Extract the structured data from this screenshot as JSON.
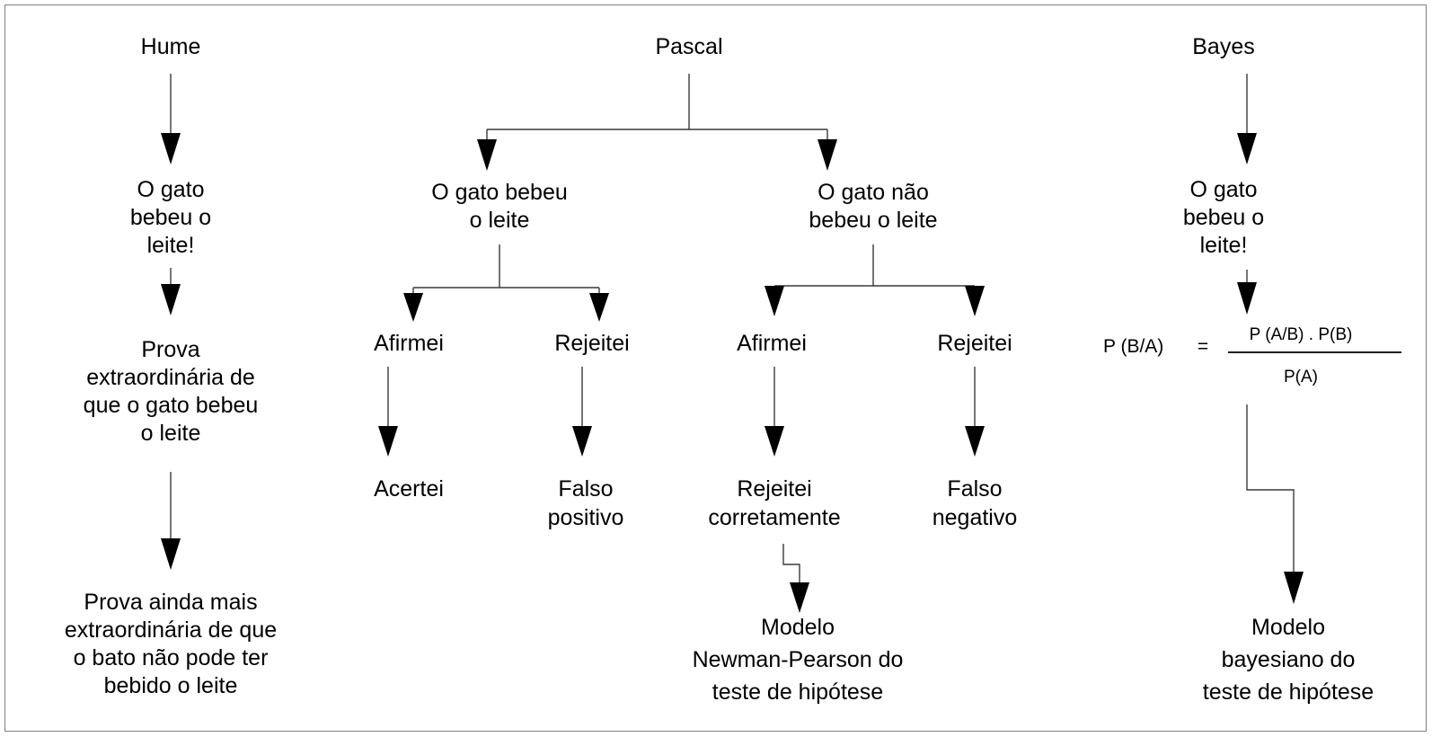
{
  "diagram": {
    "title": "Hume / Pascal / Bayes - teste de hipotese",
    "background_color": "#ffffff",
    "border_color": "#808080",
    "line_color": "#000000",
    "text_color": "#000000",
    "columns": [
      {
        "name": "hume",
        "heading": "Hume",
        "nodes": [
          {
            "id": "hume-root",
            "lines": [
              "Hume"
            ]
          },
          {
            "id": "hume-claim",
            "lines": [
              "O gato",
              "bebeu o",
              "leite!"
            ]
          },
          {
            "id": "hume-proof",
            "lines": [
              "Prova",
              "extraordinária de",
              "que o gato bebeu",
              "o leite"
            ]
          },
          {
            "id": "hume-proof2",
            "lines": [
              "Prova ainda mais",
              "extraordinária de que",
              "o bato não pode ter",
              "bebido o leite"
            ]
          }
        ]
      },
      {
        "name": "pascal",
        "heading": "Pascal",
        "nodes": [
          {
            "id": "pascal-root",
            "lines": [
              "Pascal"
            ]
          },
          {
            "id": "pascal-left-hyp",
            "lines": [
              "O gato bebeu",
              "o leite"
            ]
          },
          {
            "id": "pascal-right-hyp",
            "lines": [
              "O gato não",
              "bebeu o leite"
            ]
          },
          {
            "id": "pascal-left-afirmei",
            "lines": [
              "Afirmei"
            ]
          },
          {
            "id": "pascal-left-rejeitei",
            "lines": [
              "Rejeitei"
            ]
          },
          {
            "id": "pascal-right-afirmei",
            "lines": [
              "Afirmei"
            ]
          },
          {
            "id": "pascal-right-rejeitei",
            "lines": [
              "Rejeitei"
            ]
          },
          {
            "id": "pascal-acertei",
            "lines": [
              "Acertei"
            ]
          },
          {
            "id": "pascal-falso-positivo",
            "lines": [
              "Falso",
              "positivo"
            ]
          },
          {
            "id": "pascal-rejeitei-correto",
            "lines": [
              "Rejeitei",
              "corretamente"
            ]
          },
          {
            "id": "pascal-falso-negativo",
            "lines": [
              "Falso",
              "negativo"
            ]
          },
          {
            "id": "pascal-modelo",
            "lines": [
              "Modelo",
              "Newman-Pearson do",
              "teste de hipótese"
            ]
          }
        ]
      },
      {
        "name": "bayes",
        "heading": "Bayes",
        "nodes": [
          {
            "id": "bayes-root",
            "lines": [
              "Bayes"
            ]
          },
          {
            "id": "bayes-claim",
            "lines": [
              "O gato",
              "bebeu o",
              "leite!"
            ]
          },
          {
            "id": "bayes-modelo",
            "lines": [
              "Modelo",
              "bayesiano do",
              "teste de hipótese"
            ]
          }
        ],
        "formula": {
          "left": "P (B/A)",
          "equals": "=",
          "numerator": "P (A/B) . P(B)",
          "denominator": "P(A)"
        }
      }
    ]
  },
  "labels": {
    "hume_root": "Hume",
    "hume_claim_l1": "O gato",
    "hume_claim_l2": "bebeu o",
    "hume_claim_l3": "leite!",
    "hume_proof_l1": "Prova",
    "hume_proof_l2": "extraordinária de",
    "hume_proof_l3": "que o gato bebeu",
    "hume_proof_l4": "o leite",
    "hume_proof2_l1": "Prova ainda mais",
    "hume_proof2_l2": "extraordinária de que",
    "hume_proof2_l3": "o bato não pode ter",
    "hume_proof2_l4": "bebido o leite",
    "pascal_root": "Pascal",
    "pascal_left_hyp_l1": "O gato bebeu",
    "pascal_left_hyp_l2": "o leite",
    "pascal_right_hyp_l1": "O gato não",
    "pascal_right_hyp_l2": "bebeu o leite",
    "pascal_ll_afirmei": "Afirmei",
    "pascal_lr_rejeitei": "Rejeitei",
    "pascal_rl_afirmei": "Afirmei",
    "pascal_rr_rejeitei": "Rejeitei",
    "pascal_acertei": "Acertei",
    "pascal_falso_pos_l1": "Falso",
    "pascal_falso_pos_l2": "positivo",
    "pascal_rej_corr_l1": "Rejeitei",
    "pascal_rej_corr_l2": "corretamente",
    "pascal_falso_neg_l1": "Falso",
    "pascal_falso_neg_l2": "negativo",
    "pascal_modelo_l1": "Modelo",
    "pascal_modelo_l2": "Newman-Pearson do",
    "pascal_modelo_l3": "teste de hipótese",
    "bayes_root": "Bayes",
    "bayes_claim_l1": "O gato",
    "bayes_claim_l2": "bebeu o",
    "bayes_claim_l3": "leite!",
    "bayes_formula_left": "P (B/A)",
    "bayes_formula_equals": "=",
    "bayes_formula_num": "P (A/B) . P(B)",
    "bayes_formula_den": "P(A)",
    "bayes_modelo_l1": "Modelo",
    "bayes_modelo_l2": "bayesiano do",
    "bayes_modelo_l3": "teste de hipótese"
  }
}
